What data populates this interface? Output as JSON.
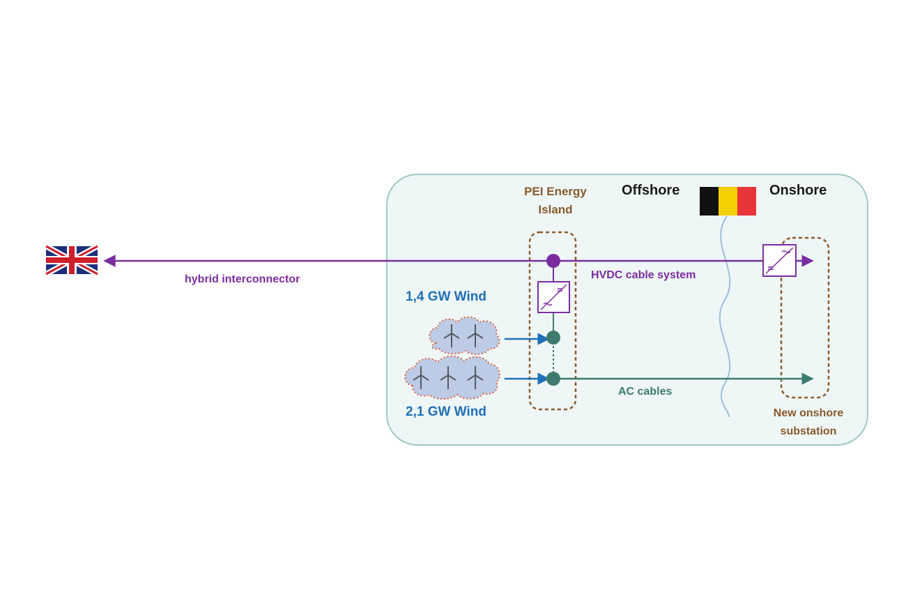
{
  "colors": {
    "purple": "#7b2d9e",
    "brown": "#8b5a2b",
    "blue": "#1f6fb8",
    "teal": "#3e7a6e",
    "box_fill": "#eef6f6",
    "box_border": "#9fc9c4",
    "black_text": "#1a1a1a",
    "flag_black": "#111111",
    "flag_yellow": "#f5d000",
    "flag_red": "#e8353a",
    "uk_blue": "#1b2f7a",
    "uk_red": "#cf1e2b",
    "cloud_fill": "#bccbe6",
    "cloud_dots": "#e2603a",
    "turbine": "#555a60",
    "wave": "#9bbfe0"
  },
  "labels": {
    "pei_energy_island": "PEI Energy\nIsland",
    "offshore": "Offshore",
    "onshore": "Onshore",
    "hvdc_cable_system": "HVDC cable system",
    "hybrid_interconnector": "hybrid interconnector",
    "wind_1": "1,4 GW Wind",
    "wind_2": "2,1 GW Wind",
    "ac_cables": "AC cables",
    "new_onshore_substation": "New onshore\nsubstation"
  },
  "icons": {
    "uk_flag": "uk-flag-icon",
    "belgian_flag": "belgium-flag-icon",
    "converter": "ac-dc-converter-icon",
    "wind_turbine": "wind-turbine-icon",
    "coastline": "coastline-wave-icon"
  }
}
